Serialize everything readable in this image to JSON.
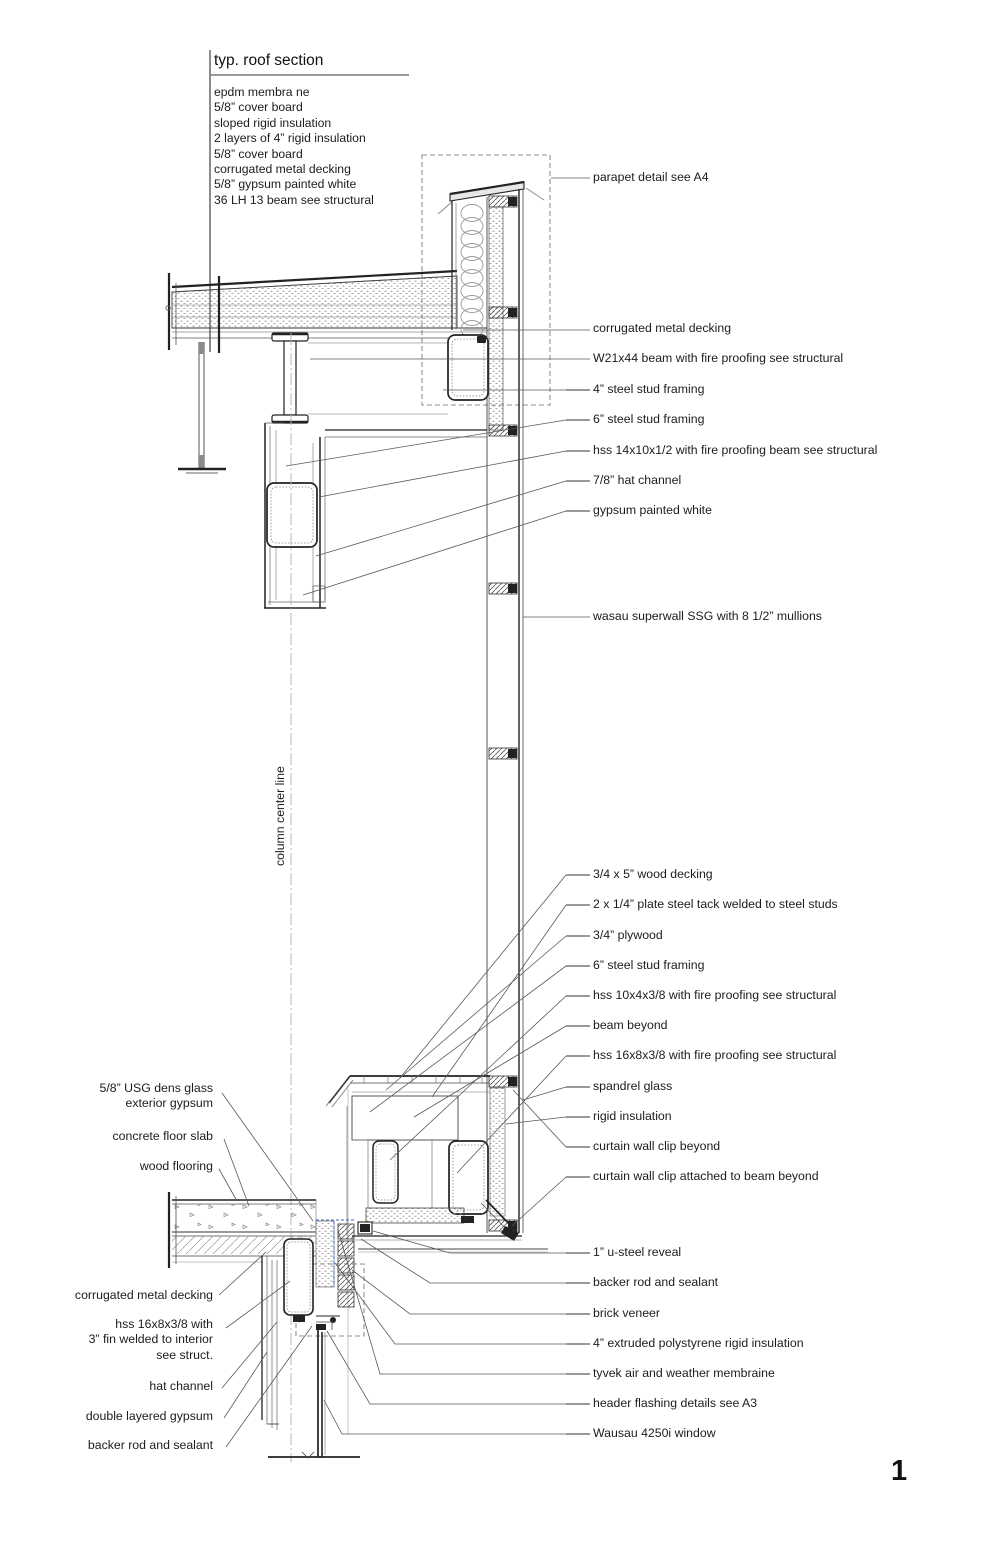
{
  "drawing": {
    "title": "typ. roof section",
    "centerline_label": "column center line",
    "sheet_number": "1",
    "roof_assembly": [
      "epdm membra ne",
      "5/8” cover board",
      "sloped rigid insulation",
      "2 layers of 4” rigid insulation",
      "5/8” cover board",
      "corrugated metal decking",
      "5/8” gypsum painted white",
      "36 LH 13 beam see structural"
    ]
  },
  "labels": {
    "right": [
      "parapet detail see A4",
      "corrugated metal decking",
      "W21x44 beam with fire proofing see structural",
      "4” steel stud framing",
      "6” steel stud framing",
      "hss 14x10x1/2 with fire proofing beam see structural",
      "7/8” hat channel",
      "gypsum painted white",
      "wasau superwall SSG with 8 1/2” mullions",
      "3/4 x 5” wood decking",
      "2 x 1/4” plate steel tack welded to steel studs",
      "3/4” plywood",
      "6” steel stud framing",
      "hss 10x4x3/8 with fire proofing see structural",
      "beam beyond",
      "hss 16x8x3/8 with fire proofing see structural",
      "spandrel glass",
      "rigid insulation",
      "curtain wall clip beyond",
      "curtain wall clip attached to beam beyond",
      "1” u-steel reveal",
      "backer rod and sealant",
      "brick veneer",
      "4” extruded polystyrene rigid insulation",
      "tyvek air and weather membraine",
      "header flashing details see A3",
      "Wausau 4250i window"
    ],
    "left": [
      "5/8” USG dens glass\nexterior gypsum",
      "concrete floor slab",
      "wood flooring",
      "corrugated metal decking",
      "hss 16x8x3/8 with\n3” fin welded to interior\nsee struct.",
      "hat channel",
      "double layered gypsum",
      "backer rod and sealant"
    ]
  },
  "colors": {
    "line": "#231f20",
    "leader": "#58595b",
    "tyvek_dash": "#3b63c4",
    "centerline": "#b0b0b0"
  }
}
